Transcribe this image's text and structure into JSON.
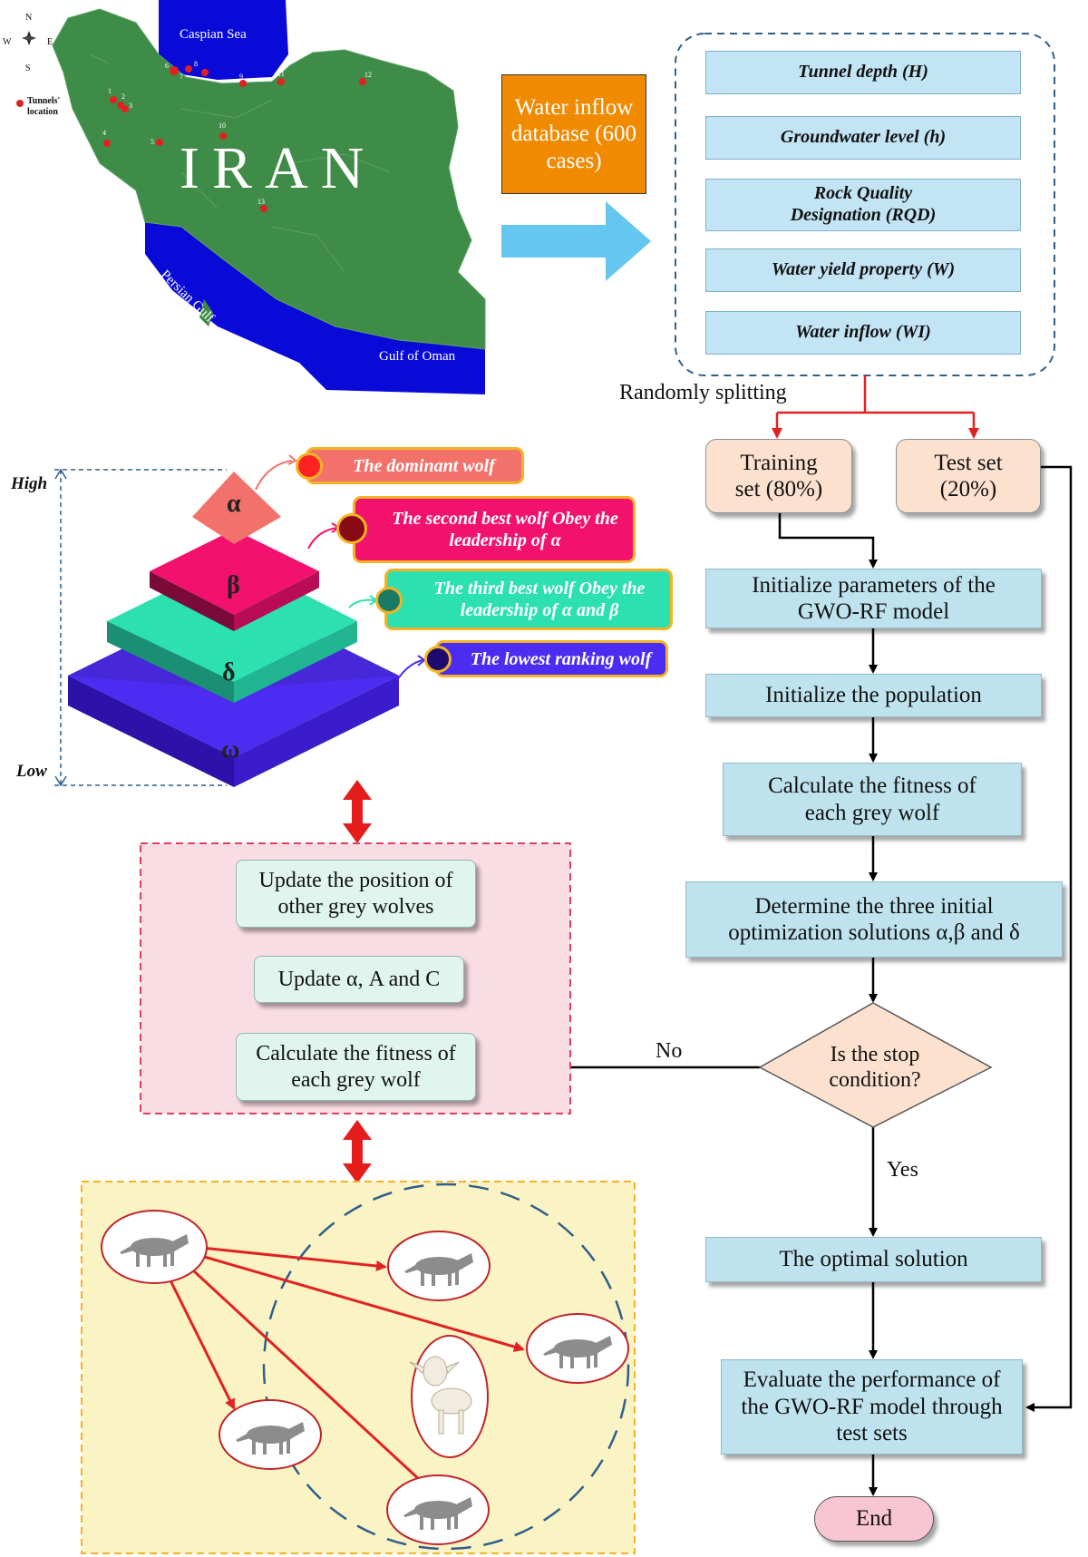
{
  "map": {
    "sea_north": "Caspian Sea",
    "gulf_south": "Persian Gulf",
    "gulf_east": "Gulf of Oman",
    "country": "IRAN",
    "legend_label": "Tunnels' location",
    "compass": {
      "n": "N",
      "s": "S",
      "e": "E",
      "w": "W"
    },
    "tunnel_numbers": [
      "1",
      "2",
      "3",
      "4",
      "5",
      "6",
      "7",
      "8",
      "9",
      "10",
      "11",
      "12",
      "13"
    ]
  },
  "database": {
    "label": "Water inflow database (600 cases)"
  },
  "parameters": [
    "Tunnel depth (H)",
    "Groundwater level (h)",
    "Rock Quality Designation (RQD)",
    "Water yield property (W)",
    "Water inflow (WI)"
  ],
  "split_label": "Randomly splitting",
  "training_set": "Training set (80%)",
  "test_set": "Test set (20%)",
  "flow": {
    "init_params": "Initialize parameters of the GWO-RF model",
    "init_pop": "Initialize the population",
    "calc_fitness": "Calculate the fitness of each grey wolf",
    "determine": "Determine the three initial optimization solutions α,β and δ",
    "decision": "Is the stop condition?",
    "no": "No",
    "yes": "Yes",
    "optimal": "The optimal solution",
    "evaluate": "Evaluate the performance of the GWO-RF model through test sets",
    "end": "End"
  },
  "loop": {
    "update_position": "Update the position of other grey wolves",
    "update_coeffs": "Update α, A and C",
    "calc_fitness": "Calculate the fitness of each grey wolf"
  },
  "hierarchy": {
    "high": "High",
    "low": "Low",
    "levels": [
      {
        "symbol": "α",
        "desc": "The dominant wolf"
      },
      {
        "symbol": "β",
        "desc": "The second best wolf Obey the leadership of α"
      },
      {
        "symbol": "δ",
        "desc": "The third best wolf Obey the leadership of α and β"
      },
      {
        "symbol": "ω",
        "desc": "The lowest ranking wolf"
      }
    ]
  },
  "colors": {
    "flow_box": "#bfe3ee",
    "param_box": "#c2e4f4",
    "peach": "#fde1cf",
    "mint": "#e1f5ef",
    "database": "#f08a00",
    "loop_panel": "#fadde4",
    "hunt_panel": "#faf3c4",
    "alpha": "#f2726b",
    "beta": "#f2126e",
    "delta": "#2de0b0",
    "omega": "#4a2cf0",
    "land": "#3f8c48",
    "sea": "#0a0ad8",
    "split_arrow": "#e12222"
  }
}
